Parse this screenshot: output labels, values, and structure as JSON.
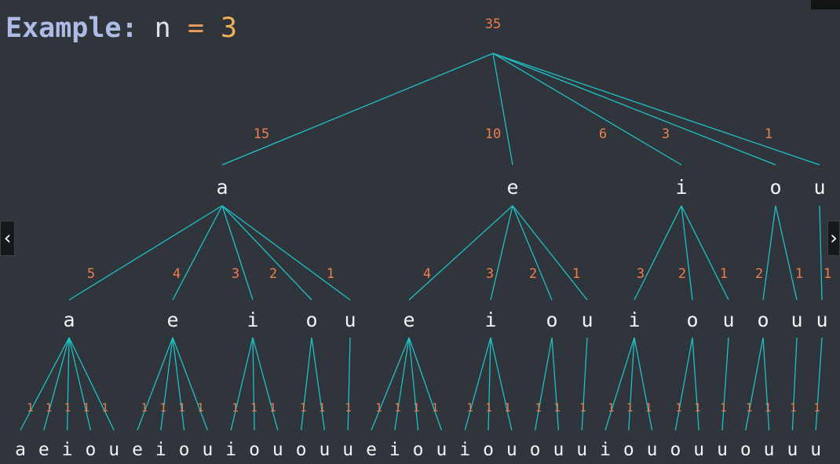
{
  "title": {
    "keyword": "Example:",
    "var": "n",
    "op": "=",
    "value": "3"
  },
  "tree": {
    "root_count": "35",
    "level1": [
      {
        "letter": "a",
        "count": "15"
      },
      {
        "letter": "e",
        "count": "10"
      },
      {
        "letter": "i",
        "count": "6"
      },
      {
        "letter": "o",
        "count": "3"
      },
      {
        "letter": "u",
        "count": "1"
      }
    ],
    "level2": [
      {
        "letter": "a",
        "count": "5"
      },
      {
        "letter": "e",
        "count": "4"
      },
      {
        "letter": "i",
        "count": "3"
      },
      {
        "letter": "o",
        "count": "2"
      },
      {
        "letter": "u",
        "count": "1"
      },
      {
        "letter": "e",
        "count": "4"
      },
      {
        "letter": "i",
        "count": "3"
      },
      {
        "letter": "o",
        "count": "2"
      },
      {
        "letter": "u",
        "count": "1"
      },
      {
        "letter": "i",
        "count": "3"
      },
      {
        "letter": "o",
        "count": "2"
      },
      {
        "letter": "u",
        "count": "1"
      },
      {
        "letter": "o",
        "count": "2"
      },
      {
        "letter": "u",
        "count": "1"
      },
      {
        "letter": "u",
        "count": "1"
      }
    ],
    "leaves": [
      "a",
      "e",
      "i",
      "o",
      "u",
      "e",
      "i",
      "o",
      "u",
      "i",
      "o",
      "u",
      "o",
      "u",
      "u",
      "e",
      "i",
      "o",
      "u",
      "i",
      "o",
      "u",
      "o",
      "u",
      "u",
      "i",
      "o",
      "u",
      "o",
      "u",
      "u",
      "o",
      "u",
      "u",
      "u"
    ],
    "leaf_count": "1"
  },
  "nav": {
    "prev_icon": "chevron-left-icon",
    "next_icon": "chevron-right-icon",
    "prev_glyph": "‹",
    "next_glyph": "›"
  },
  "colors": {
    "background": "#2f353b",
    "edge": "#1ec1c6",
    "count": "#f07f4f",
    "label": "#f0f2f5",
    "keyword": "#aebbe6"
  }
}
